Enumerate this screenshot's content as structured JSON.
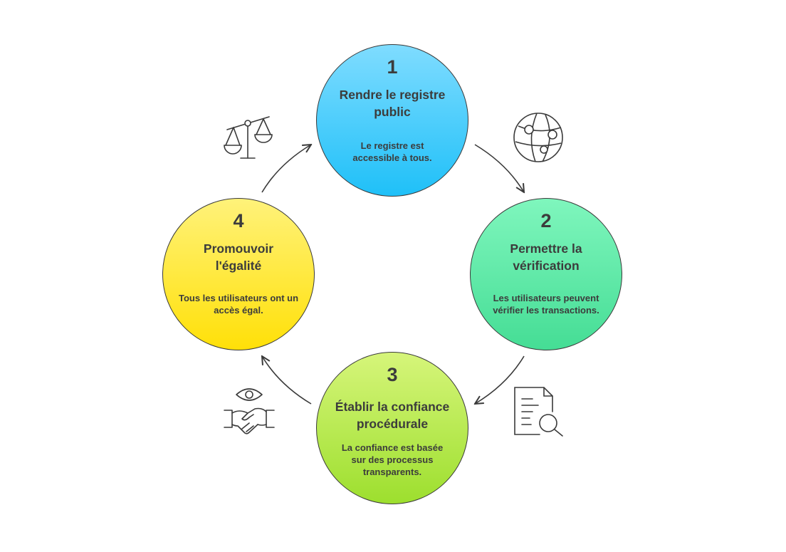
{
  "steps": [
    {
      "number": "1",
      "title": "Rendre le registre public",
      "description": "Le registre est accessible à tous.",
      "color": "#1fc0f8",
      "icon": "globe-network-icon"
    },
    {
      "number": "2",
      "title": "Permettre la vérification",
      "description": "Les utilisateurs peuvent vérifier les transactions.",
      "color": "#45dd95",
      "icon": "document-search-icon"
    },
    {
      "number": "3",
      "title": "Établir la confiance procédurale",
      "description": "La confiance est basée sur des processus transparents.",
      "color": "#9ddf2e",
      "icon": "eye-handshake-icon"
    },
    {
      "number": "4",
      "title": "Promouvoir l'égalité",
      "description": "Tous les utilisateurs ont un accès égal.",
      "color": "#ffe008",
      "icon": "balance-scale-icon"
    }
  ],
  "stroke_color": "#3a3a3a"
}
